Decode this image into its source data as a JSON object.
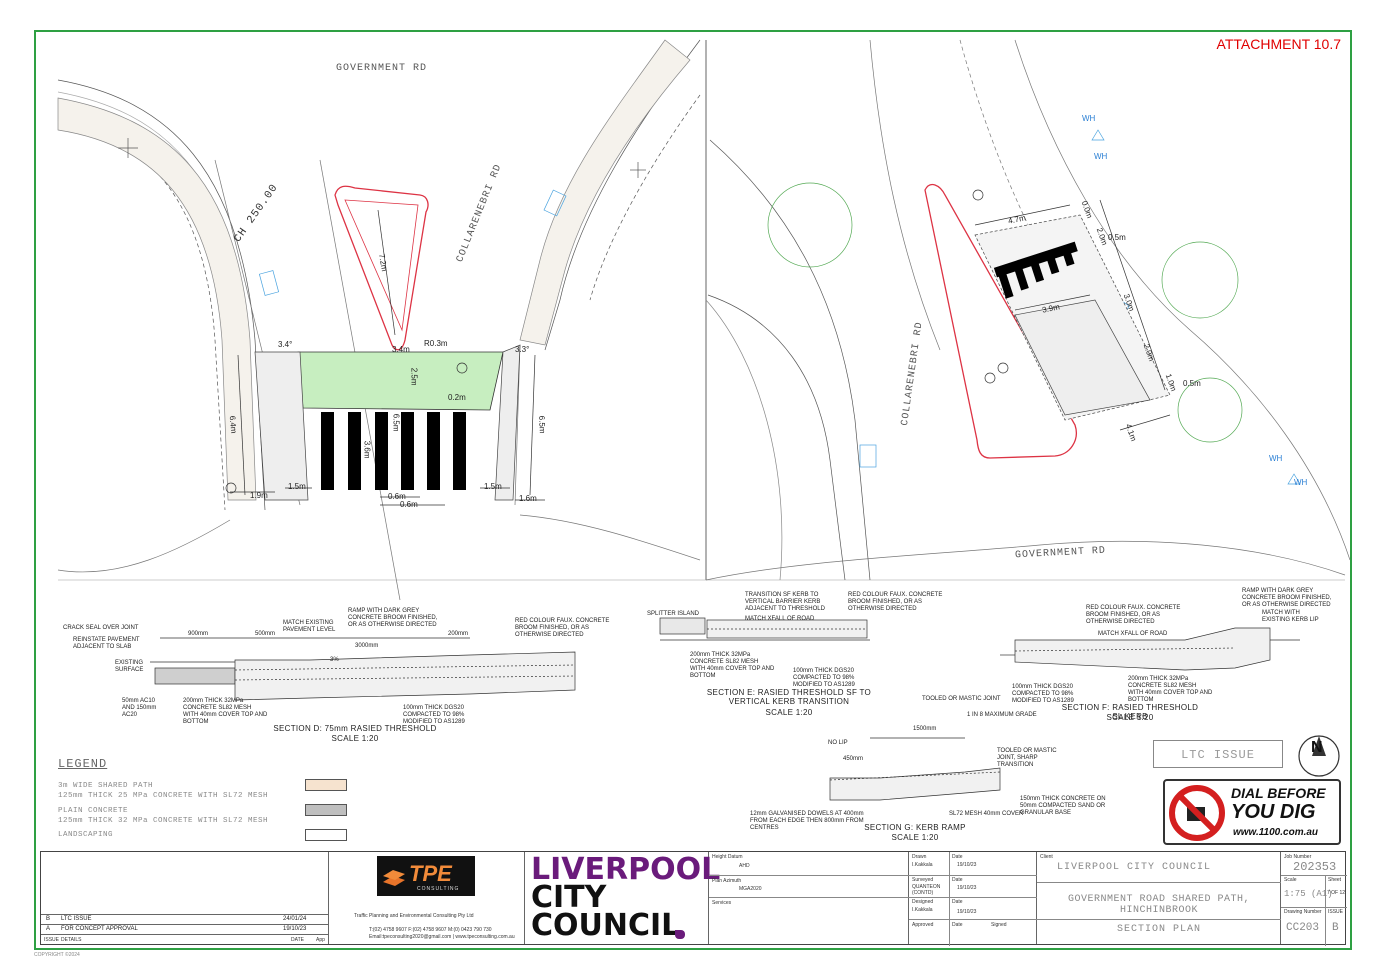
{
  "attachment": "ATTACHMENT 10.7",
  "plan_left": {
    "road_top": "GOVERNMENT RD",
    "road_right": "COLLARENEBRI RD",
    "chainage": "CH 250.00",
    "dims": {
      "d72": "7.2m",
      "r03": "R0.3m",
      "d34a": "3.4m",
      "d25": "2.5m",
      "d02": "0.2m",
      "d64": "6.4m",
      "d65a": "6.5m",
      "d36": "3.6m",
      "d65b": "6.5m",
      "d19": "1.9m",
      "d15a": "1.5m",
      "d06a": "0.6m",
      "d06b": "0.6m",
      "d15b": "1.5m",
      "d16": "1.6m",
      "d34b": "3.4°",
      "d33": "3.3°"
    }
  },
  "plan_right": {
    "road_left": "COLLARENEBRI RD",
    "road_bottom": "GOVERNMENT RD",
    "wh": [
      "WH",
      "WH",
      "WH",
      "WH"
    ],
    "dims": {
      "d47": "4.7m",
      "d05a": "0.5m",
      "d20a": "2.0m",
      "d39": "3.9m",
      "d30": "3.0m",
      "d20b": "2.0m",
      "d05b": "0.5m",
      "d41": "4.1m",
      "d00a": "0.0m",
      "d00b": "1.0m"
    }
  },
  "sections": {
    "d": {
      "title": "SECTION D: 75mm RASIED THRESHOLD",
      "scale": "SCALE 1:20",
      "notes": [
        "CRACK SEAL OVER JOINT",
        "REINSTATE PAVEMENT ADJACENT TO SLAB",
        "EXISTING SURFACE",
        "MATCH EXISTING PAVEMENT LEVEL",
        "RAMP WITH DARK GREY CONCRETE BROOM FINISHED, OR AS OTHERWISE DIRECTED",
        "RED COLOUR FAUX. CONCRETE BROOM FINISHED, OR AS OTHERWISE DIRECTED",
        "50mm AC10 AND 150mm AC20",
        "200mm THICK 32MPa CONCRETE SL82 MESH WITH 40mm COVER TOP AND BOTTOM",
        "100mm THICK DGS20 COMPACTED TO 98% MODIFIED TO AS1289"
      ],
      "dims": [
        "900mm",
        "500mm",
        "3000mm",
        "200mm",
        "3%"
      ]
    },
    "e": {
      "title": "SECTION E: RASIED THRESHOLD SF TO VERTICAL KERB TRANSITION",
      "scale": "SCALE 1:20",
      "notes": [
        "TRANSITION SF KERB TO VERTICAL BARRIER KERB ADJACENT TO THRESHOLD",
        "RED COLOUR FAUX. CONCRETE BROOM FINISHED, OR AS OTHERWISE DIRECTED",
        "SPLITTER ISLAND",
        "MATCH XFALL OF ROAD",
        "200mm THICK 32MPa CONCRETE SL82 MESH WITH 40mm COVER TOP AND BOTTOM",
        "100mm THICK DGS20 COMPACTED TO 98% MODIFIED TO AS1289"
      ]
    },
    "f": {
      "title": "SECTION F: RASIED THRESHOLD SL KERB",
      "scale": "SCALE 1:20",
      "notes": [
        "RED COLOUR FAUX. CONCRETE BROOM FINISHED, OR AS OTHERWISE DIRECTED",
        "RAMP WITH DARK GREY CONCRETE BROOM FINISHED, OR AS OTHERWISE DIRECTED",
        "MATCH WITH EXISTING KERB LIP",
        "MATCH XFALL OF ROAD",
        "100mm THICK DGS20 COMPACTED TO 98% MODIFIED TO AS1289",
        "200mm THICK 32MPa CONCRETE SL82 MESH WITH 40mm COVER TOP AND BOTTOM"
      ]
    },
    "g": {
      "title": "SECTION G: KERB RAMP",
      "scale": "SCALE 1:20",
      "notes": [
        "TOOLED OR MASTIC JOINT",
        "1 IN 8 MAXIMUM GRADE",
        "NO LIP",
        "TOOLED OR MASTIC JOINT, SHARP TRANSITION",
        "150mm THICK CONCRETE ON 50mm COMPACTED SAND OR GRANULAR BASE",
        "SL72 MESH 40mm COVER",
        "12mm GALVANISED DOWELS AT 400mm FROM EACH EDGE THEN 800mm FROM CENTRES"
      ],
      "dims": [
        "1500mm",
        "450mm"
      ]
    }
  },
  "legend": {
    "title": "LEGEND",
    "items": [
      {
        "line1": "3m WIDE SHARED PATH",
        "line2": "125mm THICK 25 MPa CONCRETE WITH SL72 MESH",
        "color": "#f6e3cf"
      },
      {
        "line1": "PLAIN CONCRETE",
        "line2": "125mm THICK 32 MPa CONCRETE WITH SL72 MESH",
        "color": "#bfbfbf"
      },
      {
        "line1": "LANDSCAPING",
        "line2": "",
        "color": "#ffffff"
      }
    ]
  },
  "ltc_issue": "LTC ISSUE",
  "north": "N",
  "dial": {
    "line1": "DIAL BEFORE",
    "line2": "YOU DIG",
    "url": "www.1100.com.au"
  },
  "title_block": {
    "revisions": [
      {
        "issue": "B",
        "details": "LTC ISSUE",
        "date": "24/01/24"
      },
      {
        "issue": "A",
        "details": "FOR CONCEPT APPROVAL",
        "date": "19/10/23"
      }
    ],
    "rev_headers": {
      "issue": "ISSUE",
      "details": "DETAILS",
      "date": "DATE",
      "app": "App"
    },
    "tpe_logo": "TPE",
    "tpe_sub": "CONSULTING",
    "tpe_company": "Traffic Planning and Environmental Consulting Pty Ltd",
    "tpe_contact": "T:(02) 4758 9607 F:(02) 4758 9607 M:(0) 0423 790 730",
    "tpe_email": "Email:tpeconsulting2020@gmail.com | www.tpeconsulting.com.au",
    "lcc_line1": "LIVERPOOL",
    "lcc_line2": "CITY",
    "lcc_line3": "COUNCIL",
    "height_datum_label": "Height Datum",
    "height_datum": "AHD",
    "plan_azimuth_label": "Plan Azimuth",
    "plan_azimuth": "MGA2020",
    "services_label": "Services",
    "drawn_label": "Drawn",
    "drawn": "I.Kakkala",
    "drawn_date": "19/10/23",
    "surveyed_label": "Surveyed",
    "surveyed": "QUANTEON (CONTD)",
    "surveyed_date": "19/10/23",
    "designed_label": "Designed",
    "designed": "I.Kakkala",
    "designed_date": "19/10/23",
    "approved_label": "Approved",
    "date_label": "Date",
    "signed_label": "Signed",
    "client_label": "Client",
    "client": "LIVERPOOL CITY COUNCIL",
    "project1": "GOVERNMENT ROAD SHARED PATH,",
    "project2": "HINCHINBROOK",
    "drawing_title": "SECTION PLAN",
    "job_label": "Job Number",
    "job": "202353",
    "scale_label": "Scale",
    "scale": "1:75 (A1)",
    "sheet_label": "Sheet",
    "sheet": "7 OF 12",
    "drawing_label": "Drawing Number",
    "drawing": "CC203",
    "issue_label": "ISSUE",
    "issue": "B"
  },
  "copyright": "COPYRIGHT ©2024"
}
